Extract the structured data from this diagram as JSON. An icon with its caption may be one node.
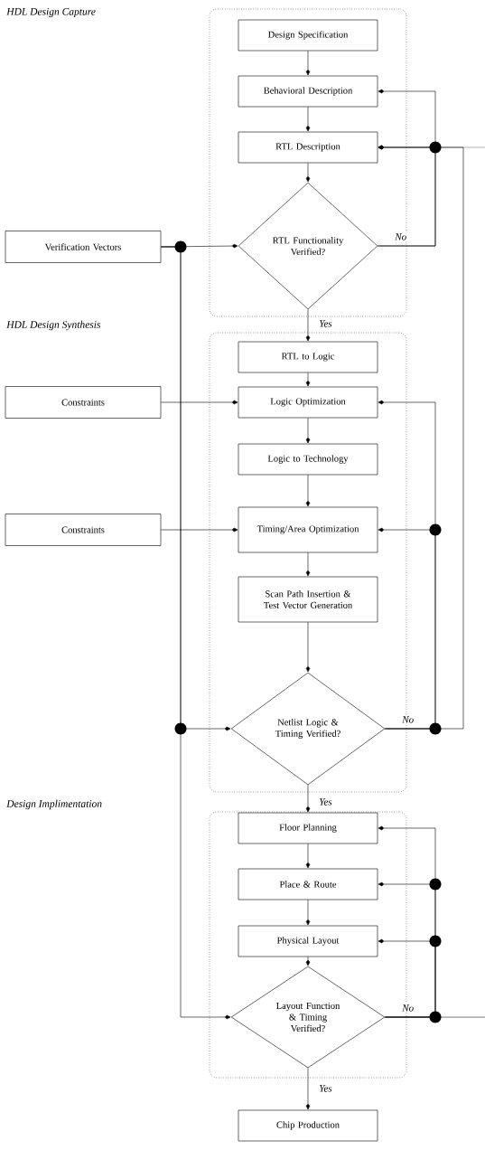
{
  "diagram": {
    "nodes": [
      {
        "text": [],
        "shape": "box"
      },
      {
        "text": [
          "Design Specification"
        ],
        "in": 0
      },
      {
        "text": [
          "Behavioral Description"
        ],
        "in": 0
      },
      {
        "text": [
          "RTL Description"
        ],
        "in": 0
      },
      {
        "text": [
          "RTL Functionality Verified?"
        ],
        "in": 0
      },
      {
        "text": [
          "Verification Vectors"
        ]
      },
      {
        "text": [],
        "shape": "box"
      },
      {
        "text": [
          "RTL to Logic"
        ],
        "in": 6
      },
      {
        "text": [
          "Constraints"
        ]
      },
      {
        "text": [
          "Logic Optimization"
        ],
        "in": 6
      },
      {
        "text": [
          "Logic to Technology"
        ],
        "in": 6
      },
      {
        "text": [
          "Constraints"
        ]
      },
      {
        "text": [
          "Timing/Area Optimization"
        ],
        "in": 6
      },
      {
        "text": [
          "Scan Path Insertion & Test Vector Generation"
        ],
        "in": 6
      },
      {
        "text": [
          "Netlist Logic & Timing Verified?"
        ],
        "in": 6
      },
      {
        "text": [],
        "shape": "box"
      },
      {
        "text": [
          "Floor Planning"
        ],
        "in": 15
      },
      {
        "text": [
          "Place & Route"
        ],
        "in": 15
      },
      {
        "text": [
          "Physical Layout"
        ],
        "in": 15
      },
      {
        "text": [
          "Layout Function & Timing Verified?"
        ],
        "in": 15
      },
      {
        "text": [
          "Chip Production"
        ]
      }
    ],
    "edges": [
      {
        "from": 1,
        "to": 2,
        "arrow": "to"
      },
      {
        "from": 2,
        "to": 3,
        "arrow": "to"
      },
      {
        "from": 3,
        "to": 4,
        "arrow": "to"
      },
      {
        "from": 4,
        "to": 7,
        "arrow": "to",
        "label": "Yes"
      },
      {
        "from": 4,
        "to": 2,
        "arrow": "to",
        "label": "No"
      },
      {
        "from": 4,
        "to": 3,
        "arrow": "to"
      },
      {
        "from": 5,
        "to": 4,
        "arrow": "to"
      },
      {
        "from": 5,
        "to": 14,
        "arrow": "to"
      },
      {
        "from": 5,
        "to": 19,
        "arrow": "to"
      },
      {
        "from": 7,
        "to": 9,
        "arrow": "to"
      },
      {
        "from": 8,
        "to": 9,
        "arrow": "to"
      },
      {
        "from": 9,
        "to": 10,
        "arrow": "to"
      },
      {
        "from": 10,
        "to": 12,
        "arrow": "to"
      },
      {
        "from": 11,
        "to": 12,
        "arrow": "to"
      },
      {
        "from": 12,
        "to": 13,
        "arrow": "to"
      },
      {
        "from": 13,
        "to": 14,
        "arrow": "to"
      },
      {
        "from": 14,
        "to": 16,
        "arrow": "to",
        "label": "Yes"
      },
      {
        "from": 14,
        "to": 3,
        "arrow": "to",
        "label": "No"
      },
      {
        "from": 14,
        "to": 9,
        "arrow": "to"
      },
      {
        "from": 14,
        "to": 12,
        "arrow": "to"
      },
      {
        "from": null,
        "to": 3,
        "arrow": "to"
      },
      {
        "from": 16,
        "to": 17,
        "arrow": "to"
      },
      {
        "from": 17,
        "to": 18,
        "arrow": "to"
      },
      {
        "from": 18,
        "to": 19,
        "arrow": "to"
      },
      {
        "from": 19,
        "to": 20,
        "arrow": "to",
        "label": "Yes"
      },
      {
        "from": 19,
        "to": 16,
        "arrow": "to",
        "label": "No"
      },
      {
        "from": 19,
        "to": 17,
        "arrow": "to"
      },
      {
        "from": 19,
        "to": 18,
        "arrow": "to"
      },
      {
        "from": 19,
        "to": null,
        "arrow": "none"
      }
    ],
    "labels": [
      "HDL Design Capture",
      "HDL Design Synthesis",
      "Design Implimentation"
    ]
  }
}
